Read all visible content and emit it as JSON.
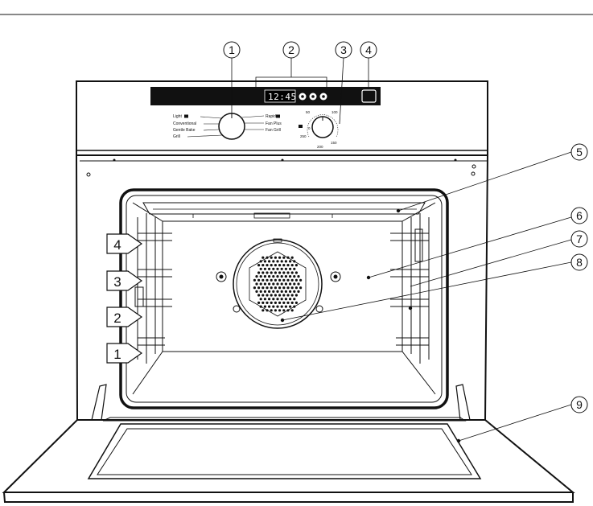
{
  "callouts": [
    {
      "number": "1",
      "part": "function-selector"
    },
    {
      "number": "2",
      "part": "display-and-buttons"
    },
    {
      "number": "3",
      "part": "temperature-selector"
    },
    {
      "number": "4",
      "part": "control-sensor"
    },
    {
      "number": "5",
      "part": "top-heating-element"
    },
    {
      "number": "6",
      "part": "oven-interior"
    },
    {
      "number": "7",
      "part": "side-runners"
    },
    {
      "number": "8",
      "part": "rear-fan"
    },
    {
      "number": "9",
      "part": "oven-door"
    }
  ],
  "shelf_levels": [
    "4",
    "3",
    "2",
    "1"
  ],
  "display": {
    "time": "12:45"
  },
  "function_labels_left": [
    "Light",
    "Conventional",
    "Gentle Bake",
    "Grill"
  ],
  "function_labels_right": [
    "Rapid",
    "Fan Plus",
    "Fan Grill"
  ],
  "temperature_labels": [
    "0",
    "50",
    "100",
    "150",
    "200",
    "250"
  ]
}
